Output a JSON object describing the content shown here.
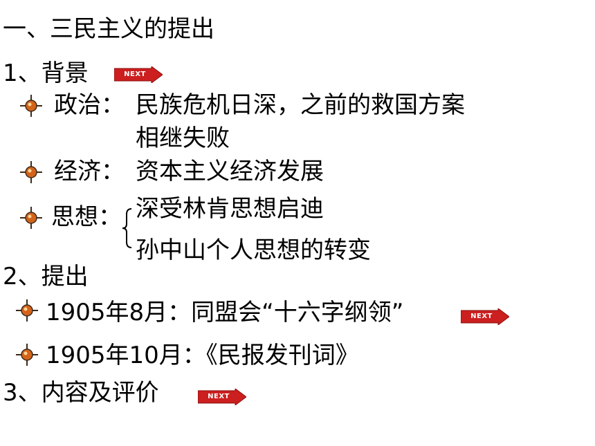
{
  "title": "一、三民主义的提出",
  "next_label": "NEXT",
  "section1": {
    "heading": "1、背景",
    "political_label": "政治：",
    "political_line1": "民族危机日深，之前的救国方案",
    "political_line2": "相继失败",
    "economic_label": "经济：",
    "economic_text": "资本主义经济发展",
    "thought_label": "思想：",
    "thought_item1": "深受林肯思想启迪",
    "thought_item2": "孙中山个人思想的转变"
  },
  "section2": {
    "heading": "2、提出",
    "item1": "1905年8月：同盟会“十六字纲领”",
    "item2": "1905年10月：《民报发刊词》"
  },
  "section3": {
    "heading": "3、内容及评价"
  },
  "colors": {
    "next_button": "#cc1f1f",
    "bullet_center": "#d4641a",
    "bullet_cross": "#3a2a1a"
  }
}
